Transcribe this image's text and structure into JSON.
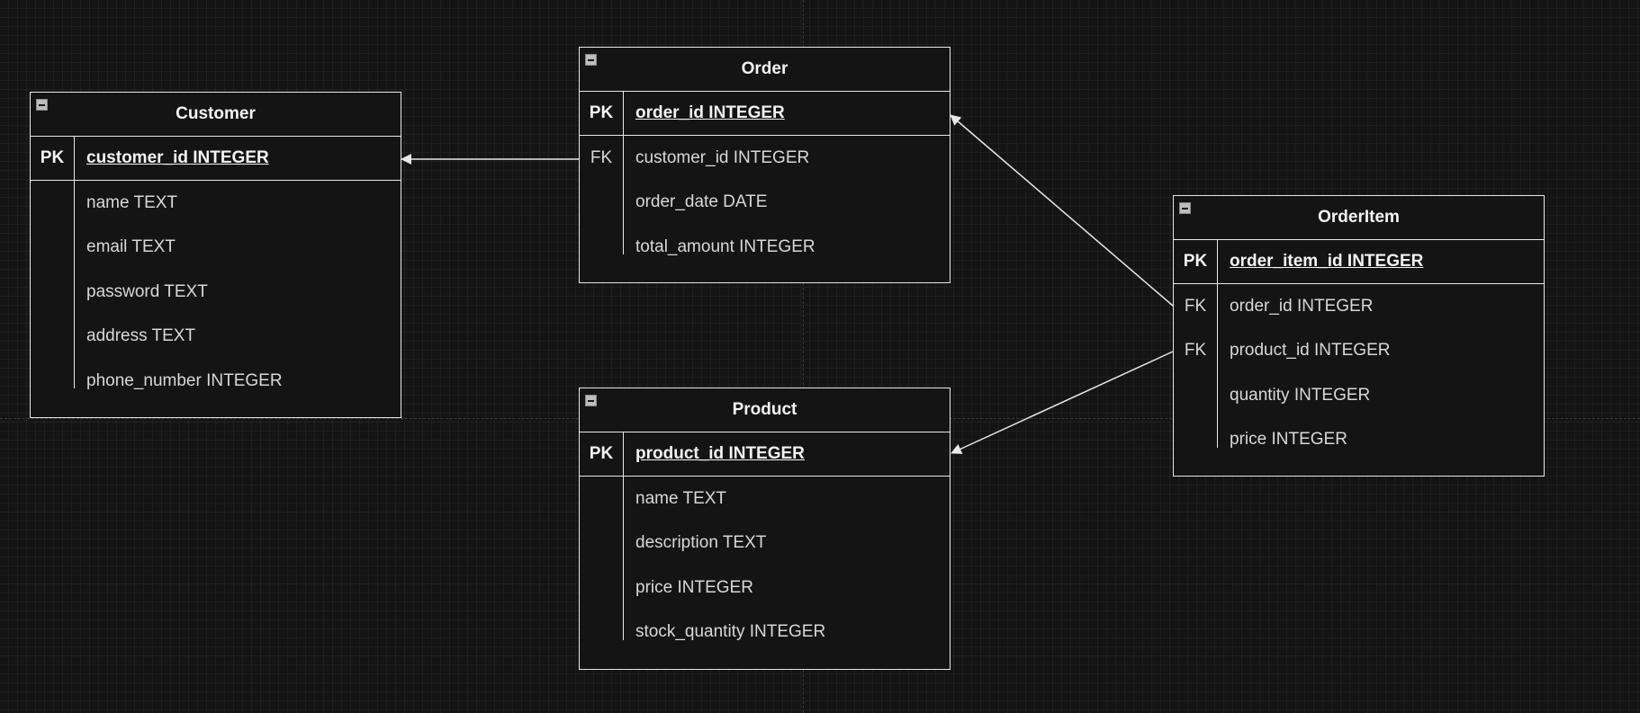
{
  "diagram": {
    "entities": [
      {
        "id": "customer",
        "name": "Customer",
        "pk": {
          "key": "PK",
          "field": "customer_id INTEGER"
        },
        "attributes": [
          {
            "key": "",
            "field": "name TEXT"
          },
          {
            "key": "",
            "field": "email TEXT"
          },
          {
            "key": "",
            "field": "password TEXT"
          },
          {
            "key": "",
            "field": "address TEXT"
          },
          {
            "key": "",
            "field": "phone_number INTEGER"
          }
        ]
      },
      {
        "id": "order",
        "name": "Order",
        "pk": {
          "key": "PK",
          "field": "order_id INTEGER"
        },
        "attributes": [
          {
            "key": "FK",
            "field": "customer_id INTEGER"
          },
          {
            "key": "",
            "field": "order_date DATE"
          },
          {
            "key": "",
            "field": "total_amount INTEGER"
          }
        ]
      },
      {
        "id": "product",
        "name": "Product",
        "pk": {
          "key": "PK",
          "field": "product_id INTEGER"
        },
        "attributes": [
          {
            "key": "",
            "field": "name TEXT"
          },
          {
            "key": "",
            "field": "description TEXT"
          },
          {
            "key": "",
            "field": "price INTEGER"
          },
          {
            "key": "",
            "field": "stock_quantity INTEGER"
          }
        ]
      },
      {
        "id": "orderitem",
        "name": "OrderItem",
        "pk": {
          "key": "PK",
          "field": "order_item_id INTEGER"
        },
        "attributes": [
          {
            "key": "FK",
            "field": "order_id INTEGER"
          },
          {
            "key": "FK",
            "field": "product_id INTEGER"
          },
          {
            "key": "",
            "field": "quantity INTEGER"
          },
          {
            "key": "",
            "field": "price INTEGER"
          }
        ]
      }
    ],
    "relationships": [
      {
        "from": "Order.customer_id",
        "to": "Customer.customer_id"
      },
      {
        "from": "OrderItem.order_id",
        "to": "Order.order_id"
      },
      {
        "from": "OrderItem.product_id",
        "to": "Product.product_id"
      }
    ],
    "colors": {
      "background": "#141414",
      "stroke": "#e8e8e8",
      "text": "#f0f0f0"
    }
  }
}
